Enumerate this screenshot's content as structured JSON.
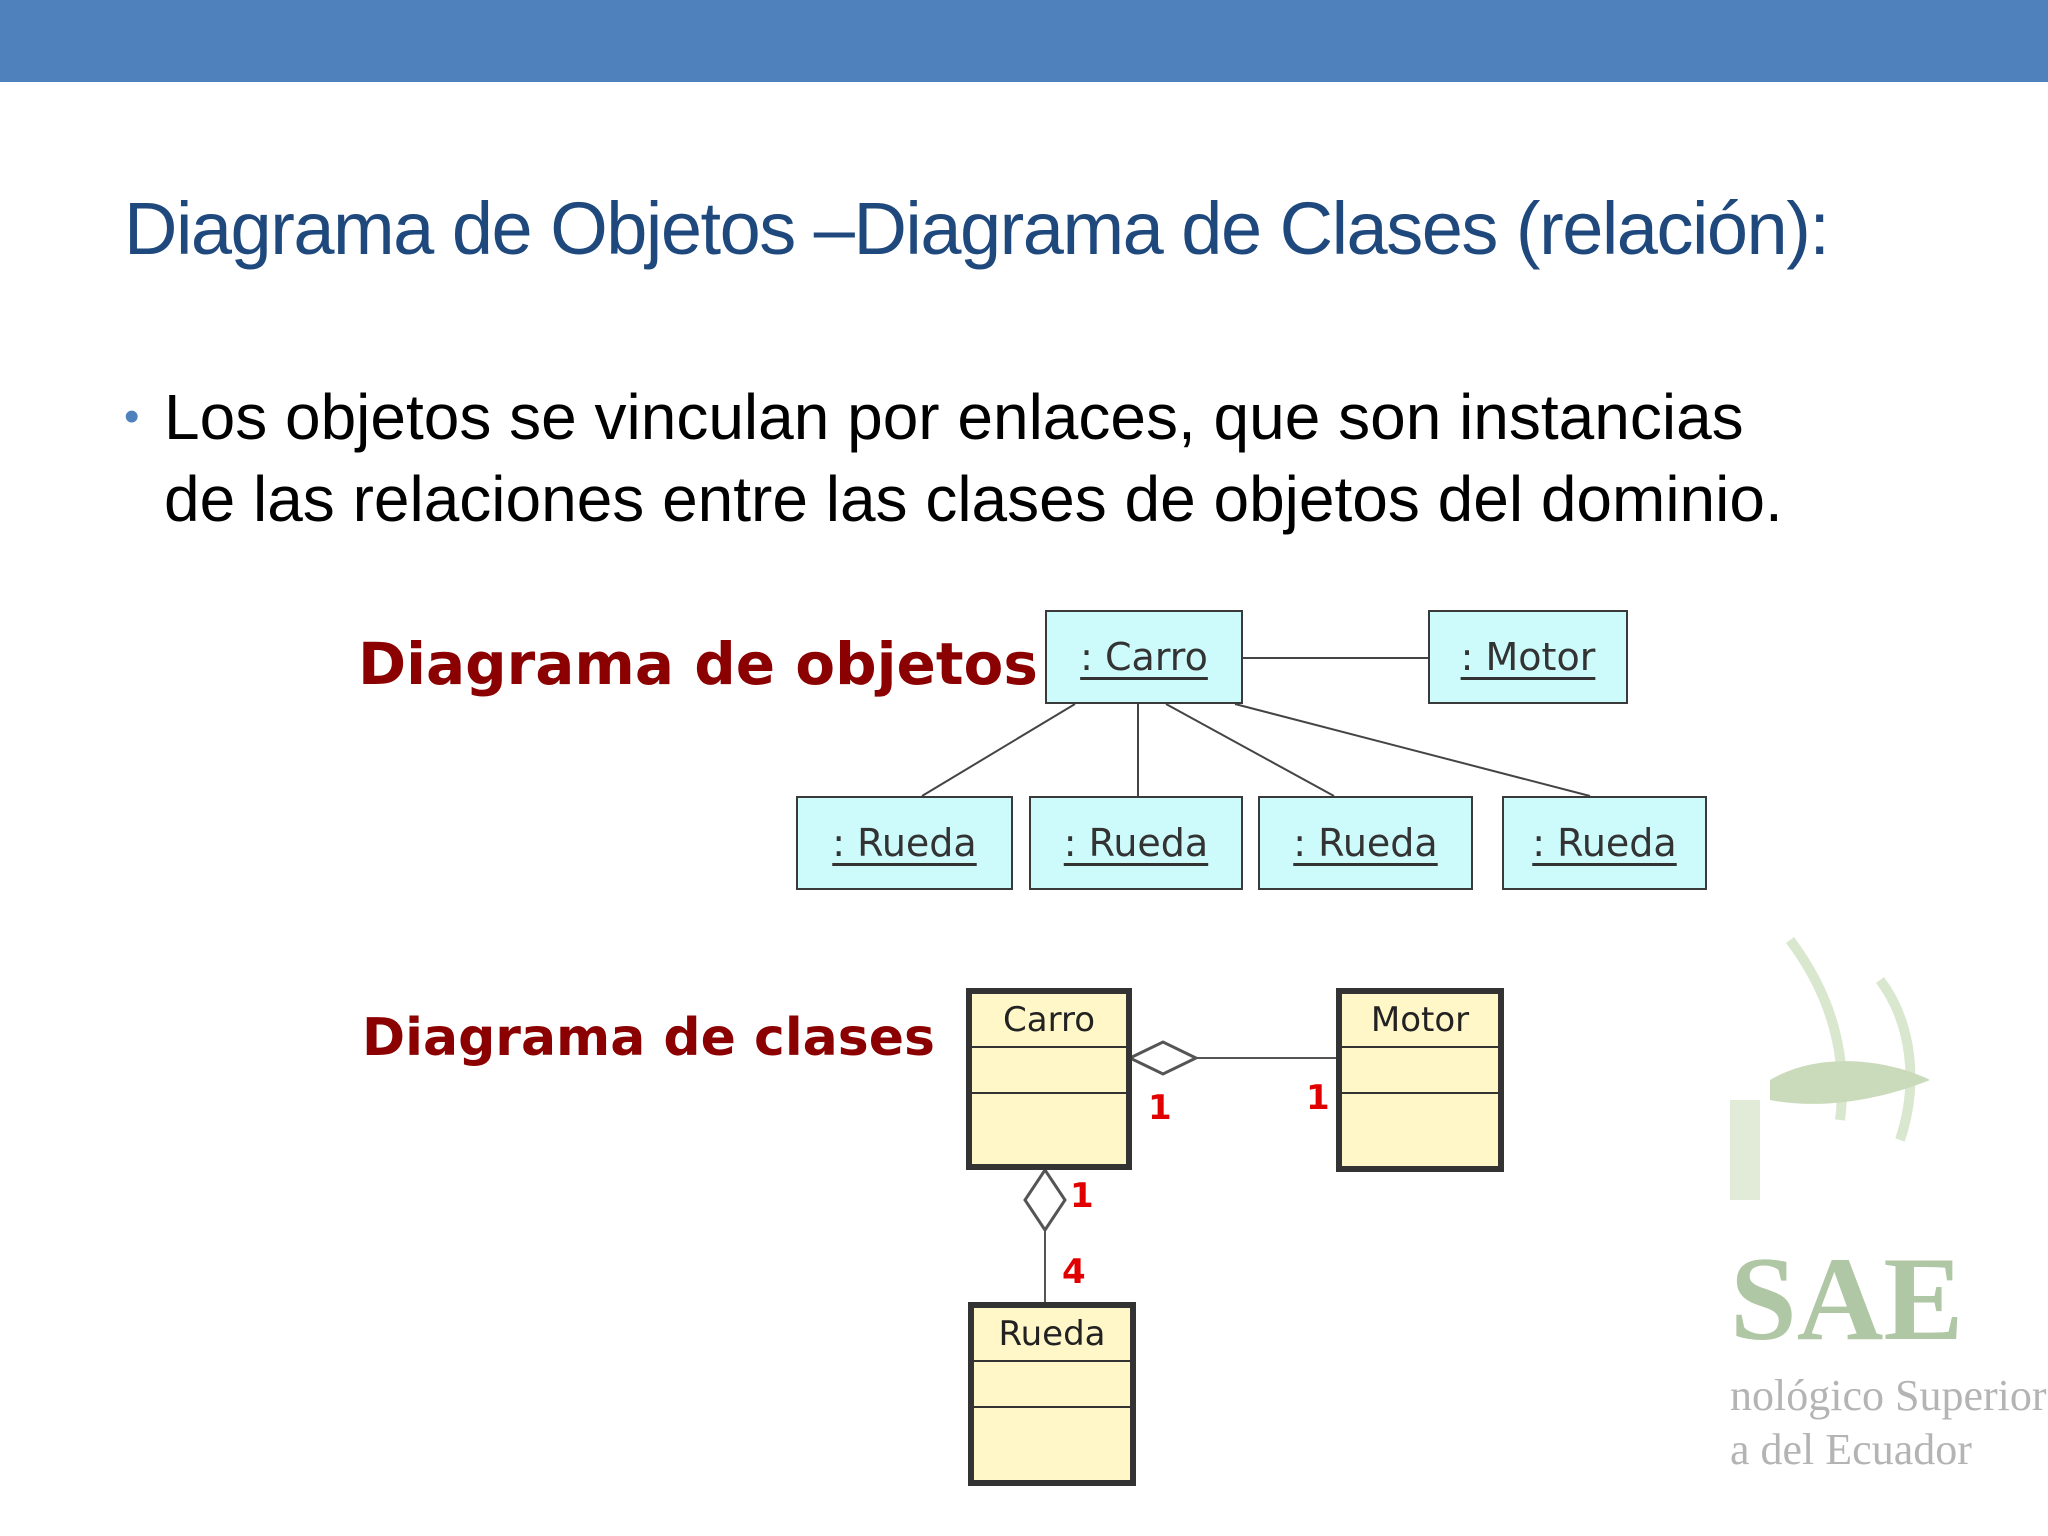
{
  "slide": {
    "title": "Diagrama de Objetos –Diagrama de Clases (relación):",
    "bullet_lines": [
      "Los objetos se vinculan por enlaces, que son instancias",
      "de las relaciones entre las clases de objetos del dominio."
    ]
  },
  "object_diagram": {
    "label": "Diagrama de objetos",
    "carro": ": Carro",
    "motor": ": Motor",
    "ruedas": [
      ": Rueda",
      ": Rueda",
      ": Rueda",
      ": Rueda"
    ]
  },
  "class_diagram": {
    "label": "Diagrama de clases",
    "carro": "Carro",
    "motor": "Motor",
    "rueda": "Rueda",
    "mult_carro_motor": "1",
    "mult_motor_carro": "1",
    "mult_carro_rueda": "1",
    "mult_rueda_carro": "4"
  },
  "watermark": {
    "letters": "SAE",
    "line1": "nológico Superior",
    "line2": "a del Ecuador"
  },
  "colors": {
    "top_bar": "#4f81bd",
    "title": "#1f497d",
    "diagram_label": "#8b0000",
    "object_fill": "#cdfbfb",
    "class_fill": "#fff7c8",
    "multiplicity": "#e00000"
  }
}
